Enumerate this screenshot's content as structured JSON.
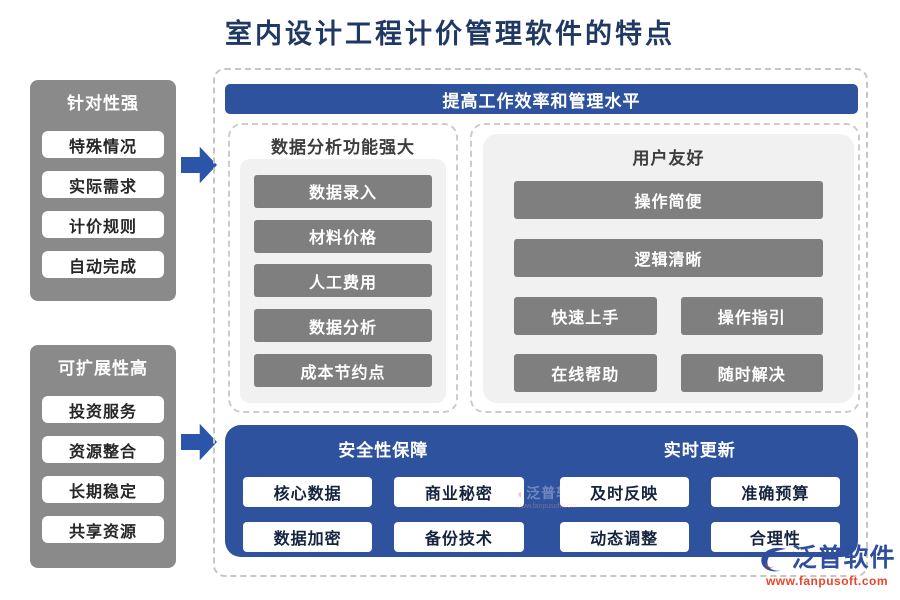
{
  "title": "室内设计工程计价管理软件的特点",
  "colors": {
    "accent_blue": "#2e529e",
    "arrow_blue": "#2b55a8",
    "panel_gray": "#8a8a8a",
    "button_gray": "#7f7f7f",
    "title_navy": "#203864",
    "logo_blue": "#2e4e9e",
    "logo_red": "#e8452c"
  },
  "left_panels": [
    {
      "header": "针对性强",
      "items": [
        "特殊情况",
        "实际需求",
        "计价规则",
        "自动完成"
      ]
    },
    {
      "header": "可扩展性高",
      "items": [
        "投资服务",
        "资源整合",
        "长期稳定",
        "共享资源"
      ]
    }
  ],
  "main": {
    "banner": "提高工作效率和管理水平",
    "data_panel": {
      "header": "数据分析功能强大",
      "items": [
        "数据录入",
        "材料价格",
        "人工费用",
        "数据分析",
        "成本节约点"
      ]
    },
    "user_panel": {
      "header": "用户友好",
      "wide_items": [
        "操作简便",
        "逻辑清晰"
      ],
      "grid_items": [
        "快速上手",
        "操作指引",
        "在线帮助",
        "随时解决"
      ]
    },
    "security_group": {
      "header": "安全性保障",
      "items": [
        "核心数据",
        "商业秘密",
        "数据加密",
        "备份技术"
      ]
    },
    "realtime_group": {
      "header": "实时更新",
      "items": [
        "及时反映",
        "准确预算",
        "动态调整",
        "合理性"
      ]
    }
  },
  "watermark": {
    "brand": "泛普软件",
    "url": "www.fanpusoft.com"
  }
}
